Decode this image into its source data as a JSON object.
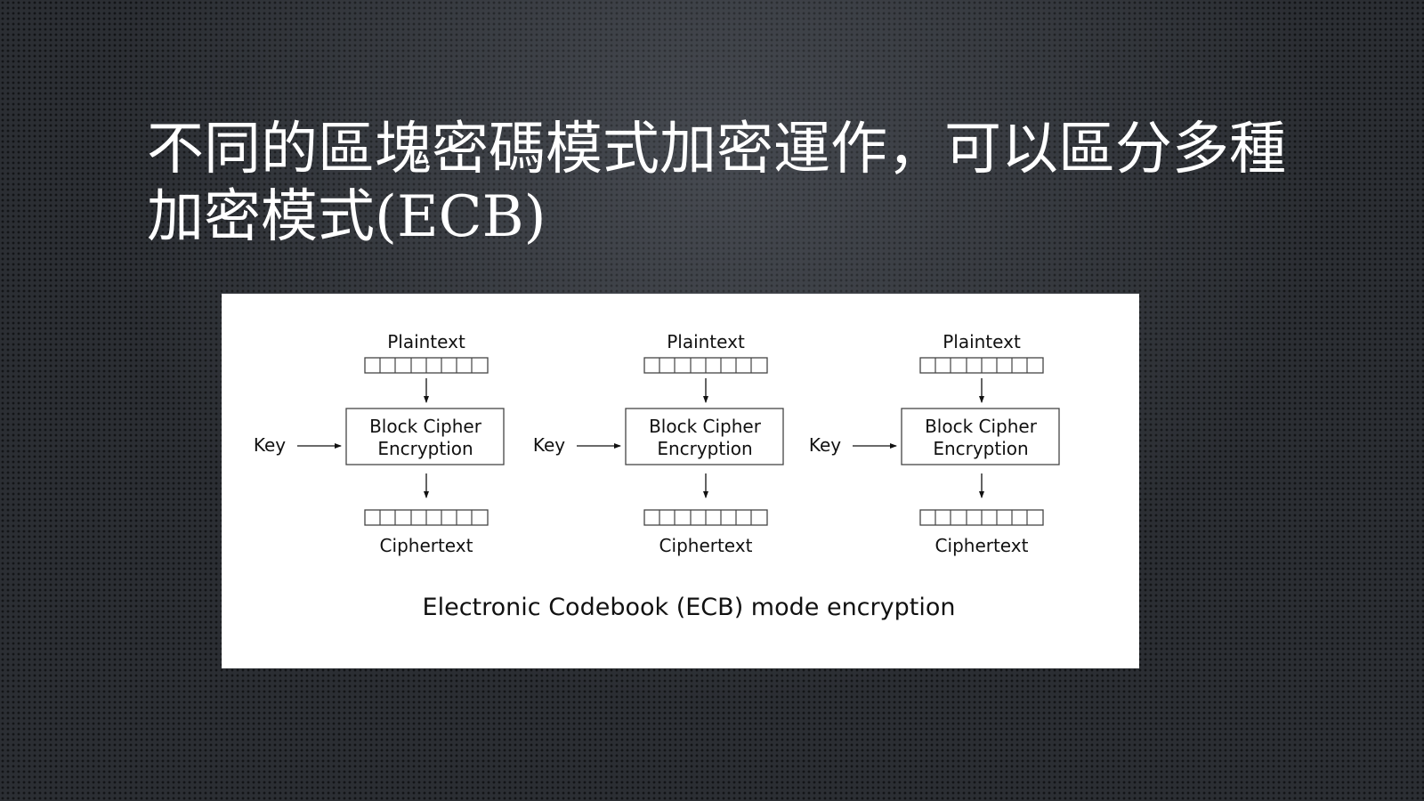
{
  "slide": {
    "title_line1": "不同的區塊密碼模式加密運作，可以區分多種",
    "title_line2": "加密模式(ECB)"
  },
  "diagram": {
    "blocks": [
      {
        "plaintext": "Plaintext",
        "key": "Key",
        "cipher_line1": "Block Cipher",
        "cipher_line2": "Encryption",
        "ciphertext": "Ciphertext"
      },
      {
        "plaintext": "Plaintext",
        "key": "Key",
        "cipher_line1": "Block Cipher",
        "cipher_line2": "Encryption",
        "ciphertext": "Ciphertext"
      },
      {
        "plaintext": "Plaintext",
        "key": "Key",
        "cipher_line1": "Block Cipher",
        "cipher_line2": "Encryption",
        "ciphertext": "Ciphertext"
      }
    ],
    "caption": "Electronic Codebook (ECB) mode encryption"
  }
}
